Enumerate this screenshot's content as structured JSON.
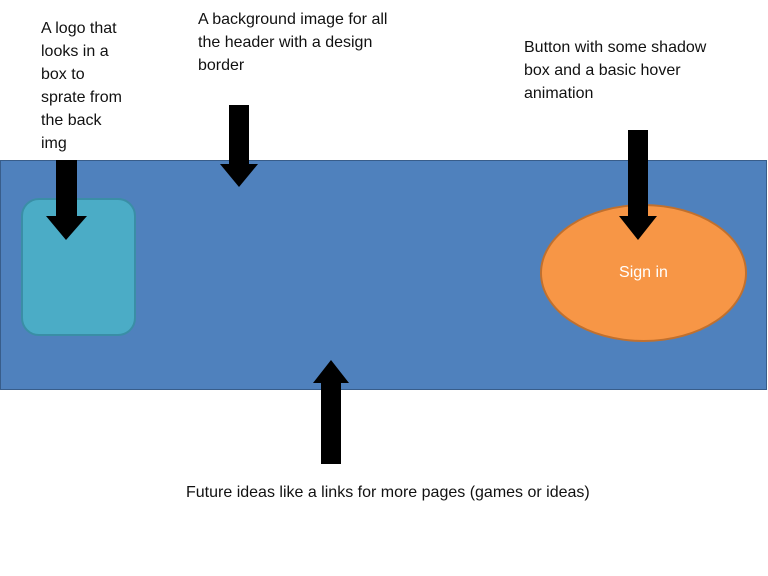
{
  "notes": {
    "logo": "A logo that\nlooks in a\nbox to\nsprate from\nthe back\nimg",
    "background": "A background image for all\nthe header with a design\nborder",
    "button": "Button with some shadow\nbox and a basic hover\nanimation",
    "future": "Future ideas like a links for more pages (games or ideas)"
  },
  "header": {
    "signin_label": "Sign in"
  },
  "colors": {
    "header_band": "#4f81bd",
    "logo_box": "#4bacc6",
    "signin_button": "#f79646",
    "arrow": "#000000"
  }
}
